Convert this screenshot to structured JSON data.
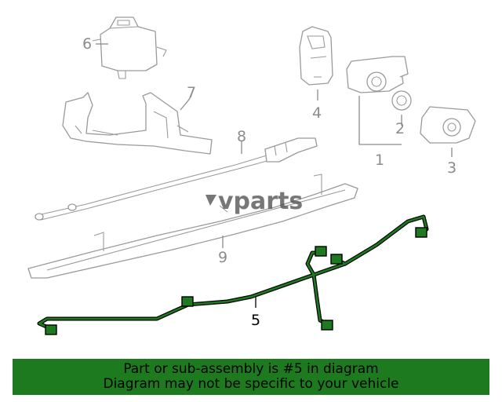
{
  "callouts": {
    "c1": "1",
    "c2": "2",
    "c3": "3",
    "c4": "4",
    "c5": "5",
    "c6": "6",
    "c7": "7",
    "c8": "8",
    "c9": "9"
  },
  "watermark": "vparts",
  "banner": {
    "line1": "Part or sub-assembly is #5 in diagram",
    "line2": "Diagram may not be specific to your vehicle"
  },
  "colors": {
    "highlight": "#1e7a1e",
    "outline": "#9a9a9a"
  }
}
